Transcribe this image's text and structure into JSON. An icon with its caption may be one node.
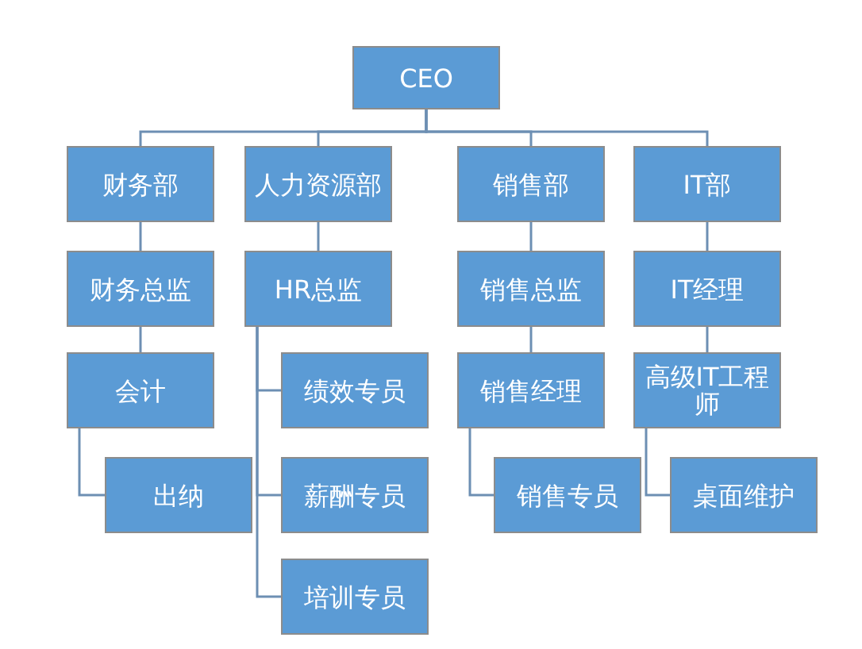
{
  "diagram": {
    "nodes": [
      {
        "text": [
          "CEO"
        ]
      },
      {
        "text": [
          "财务部"
        ]
      },
      {
        "text": [
          "人力资源部"
        ]
      },
      {
        "text": [
          "销售部"
        ]
      },
      {
        "text": [
          "IT部"
        ]
      },
      {
        "text": [
          "财务总监"
        ]
      },
      {
        "text": [
          "HR总监"
        ]
      },
      {
        "text": [
          "销售总监"
        ]
      },
      {
        "text": [
          "IT经理"
        ]
      },
      {
        "text": [
          "会计"
        ]
      },
      {
        "text": [
          "绩效专员"
        ]
      },
      {
        "text": [
          "销售经理"
        ]
      },
      {
        "text": [
          "高级IT工程师"
        ]
      },
      {
        "text": [
          "出纳"
        ]
      },
      {
        "text": [
          "薪酬专员"
        ]
      },
      {
        "text": [
          "销售专员"
        ]
      },
      {
        "text": [
          "桌面维护"
        ]
      },
      {
        "text": [
          "培训专员"
        ]
      }
    ],
    "edges": [
      {
        "from": 0,
        "to": 1,
        "arrow": "none"
      },
      {
        "from": 0,
        "to": 2,
        "arrow": "none"
      },
      {
        "from": 0,
        "to": 3,
        "arrow": "none"
      },
      {
        "from": 0,
        "to": 4,
        "arrow": "none"
      },
      {
        "from": 1,
        "to": 5,
        "arrow": "none"
      },
      {
        "from": 2,
        "to": 6,
        "arrow": "none"
      },
      {
        "from": 3,
        "to": 7,
        "arrow": "none"
      },
      {
        "from": 4,
        "to": 8,
        "arrow": "none"
      },
      {
        "from": 5,
        "to": 9,
        "arrow": "none"
      },
      {
        "from": 6,
        "to": 10,
        "arrow": "none"
      },
      {
        "from": 6,
        "to": 14,
        "arrow": "none"
      },
      {
        "from": 6,
        "to": 17,
        "arrow": "none"
      },
      {
        "from": 7,
        "to": 11,
        "arrow": "none"
      },
      {
        "from": 8,
        "to": 12,
        "arrow": "none"
      },
      {
        "from": 9,
        "to": 13,
        "arrow": "none"
      },
      {
        "from": 11,
        "to": 15,
        "arrow": "none"
      },
      {
        "from": 12,
        "to": 16,
        "arrow": "none"
      }
    ]
  }
}
